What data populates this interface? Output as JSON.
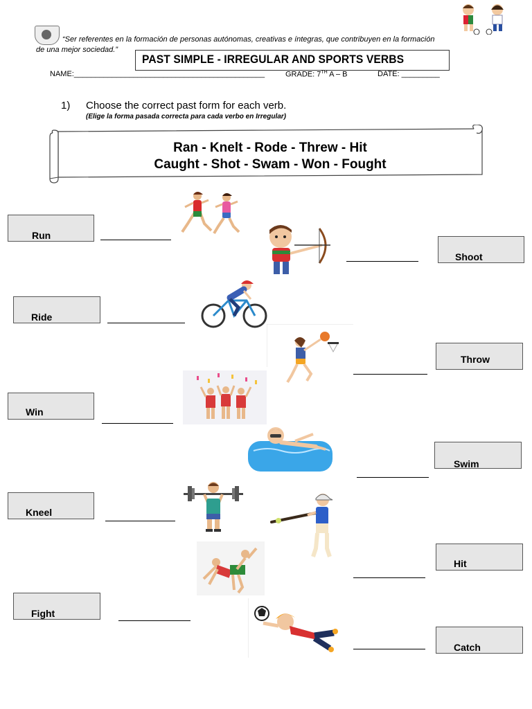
{
  "header": {
    "motto_line1": "“Ser referentes en la formación de personas autónomas, creativas e íntegras, que contribuyen en la formación",
    "motto_line2": "de una mejor sociedad.”",
    "title": "PAST SIMPLE - IRREGULAR AND SPORTS VERBS",
    "name_label": "NAME:_____________________________________________",
    "grade_label": "GRADE: 7",
    "grade_sup": "TH",
    "grade_rest": " A – B",
    "date_label": "DATE: _________"
  },
  "exercise": {
    "number": "1)",
    "instruction": "Choose the correct past form for each verb.",
    "instruction_es": "(Elige la forma pasada correcta para cada verbo en Irregular)"
  },
  "word_bank": {
    "line1": "Ran - Knelt - Rode - Threw - Hit",
    "line2": "Caught - Shot - Swam - Won - Fought"
  },
  "verbs": {
    "run": "Run",
    "shoot": "Shoot",
    "ride": "Ride",
    "throw": "Throw",
    "win": "Win",
    "swim": "Swim",
    "kneel": "Kneel",
    "hit": "Hit",
    "fight": "Fight",
    "catch": "Catch"
  },
  "colors": {
    "box_fill": "#e6e6e6",
    "title_border": "#333333",
    "water": "#3aa6e8"
  },
  "icons": [
    "school-logo-icon",
    "kids-soccer-icon",
    "runners-icon",
    "archer-icon",
    "cyclist-icon",
    "basketball-player-icon",
    "winners-icon",
    "swimmer-icon",
    "weightlifter-icon",
    "baseball-batter-icon",
    "fighters-icon",
    "goalkeeper-icon"
  ]
}
